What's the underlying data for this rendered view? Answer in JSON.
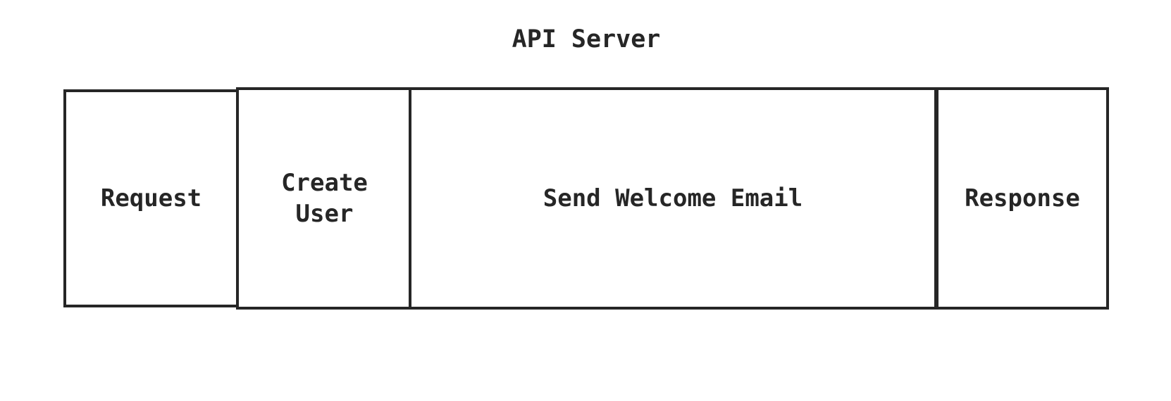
{
  "title": "API Server",
  "spans": [
    {
      "label": "Request"
    },
    {
      "label": "Create\nUser"
    },
    {
      "label": "Send Welcome Email"
    },
    {
      "label": "Response"
    }
  ],
  "colors": {
    "ink": "#262626",
    "background": "#ffffff"
  }
}
